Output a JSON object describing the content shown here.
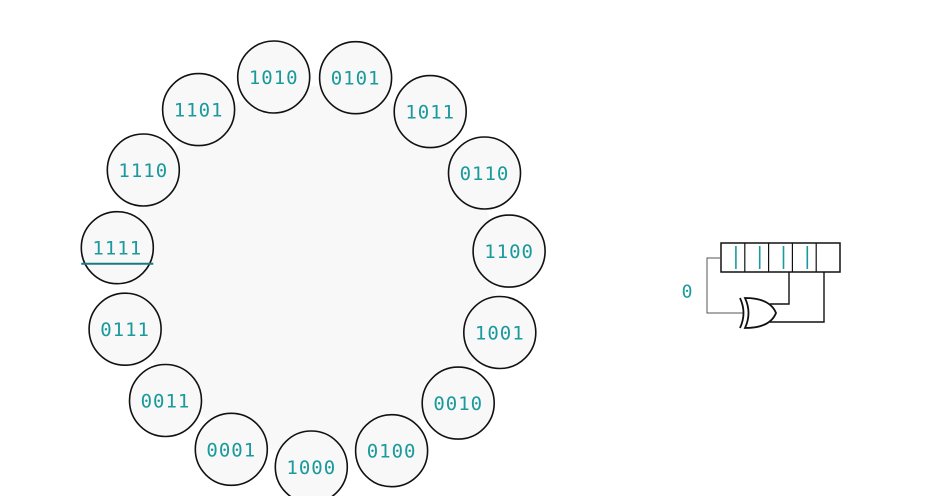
{
  "diagram": {
    "ring_states": [
      "1010",
      "0101",
      "1011",
      "0110",
      "1100",
      "1001",
      "0010",
      "0100",
      "1000",
      "0001",
      "0011",
      "0111",
      "1111",
      "1110",
      "1101"
    ],
    "highlighted_state": "1111"
  },
  "shift_register": {
    "input_value": "0",
    "cell_count": 5
  },
  "colors": {
    "ring_fill": "#f8f8f8",
    "node_fill": "#f8f8f8",
    "outline": "#111111",
    "digit": "#1a9a9c",
    "highlight_line": "#1a7a80",
    "wire": "#555555"
  }
}
